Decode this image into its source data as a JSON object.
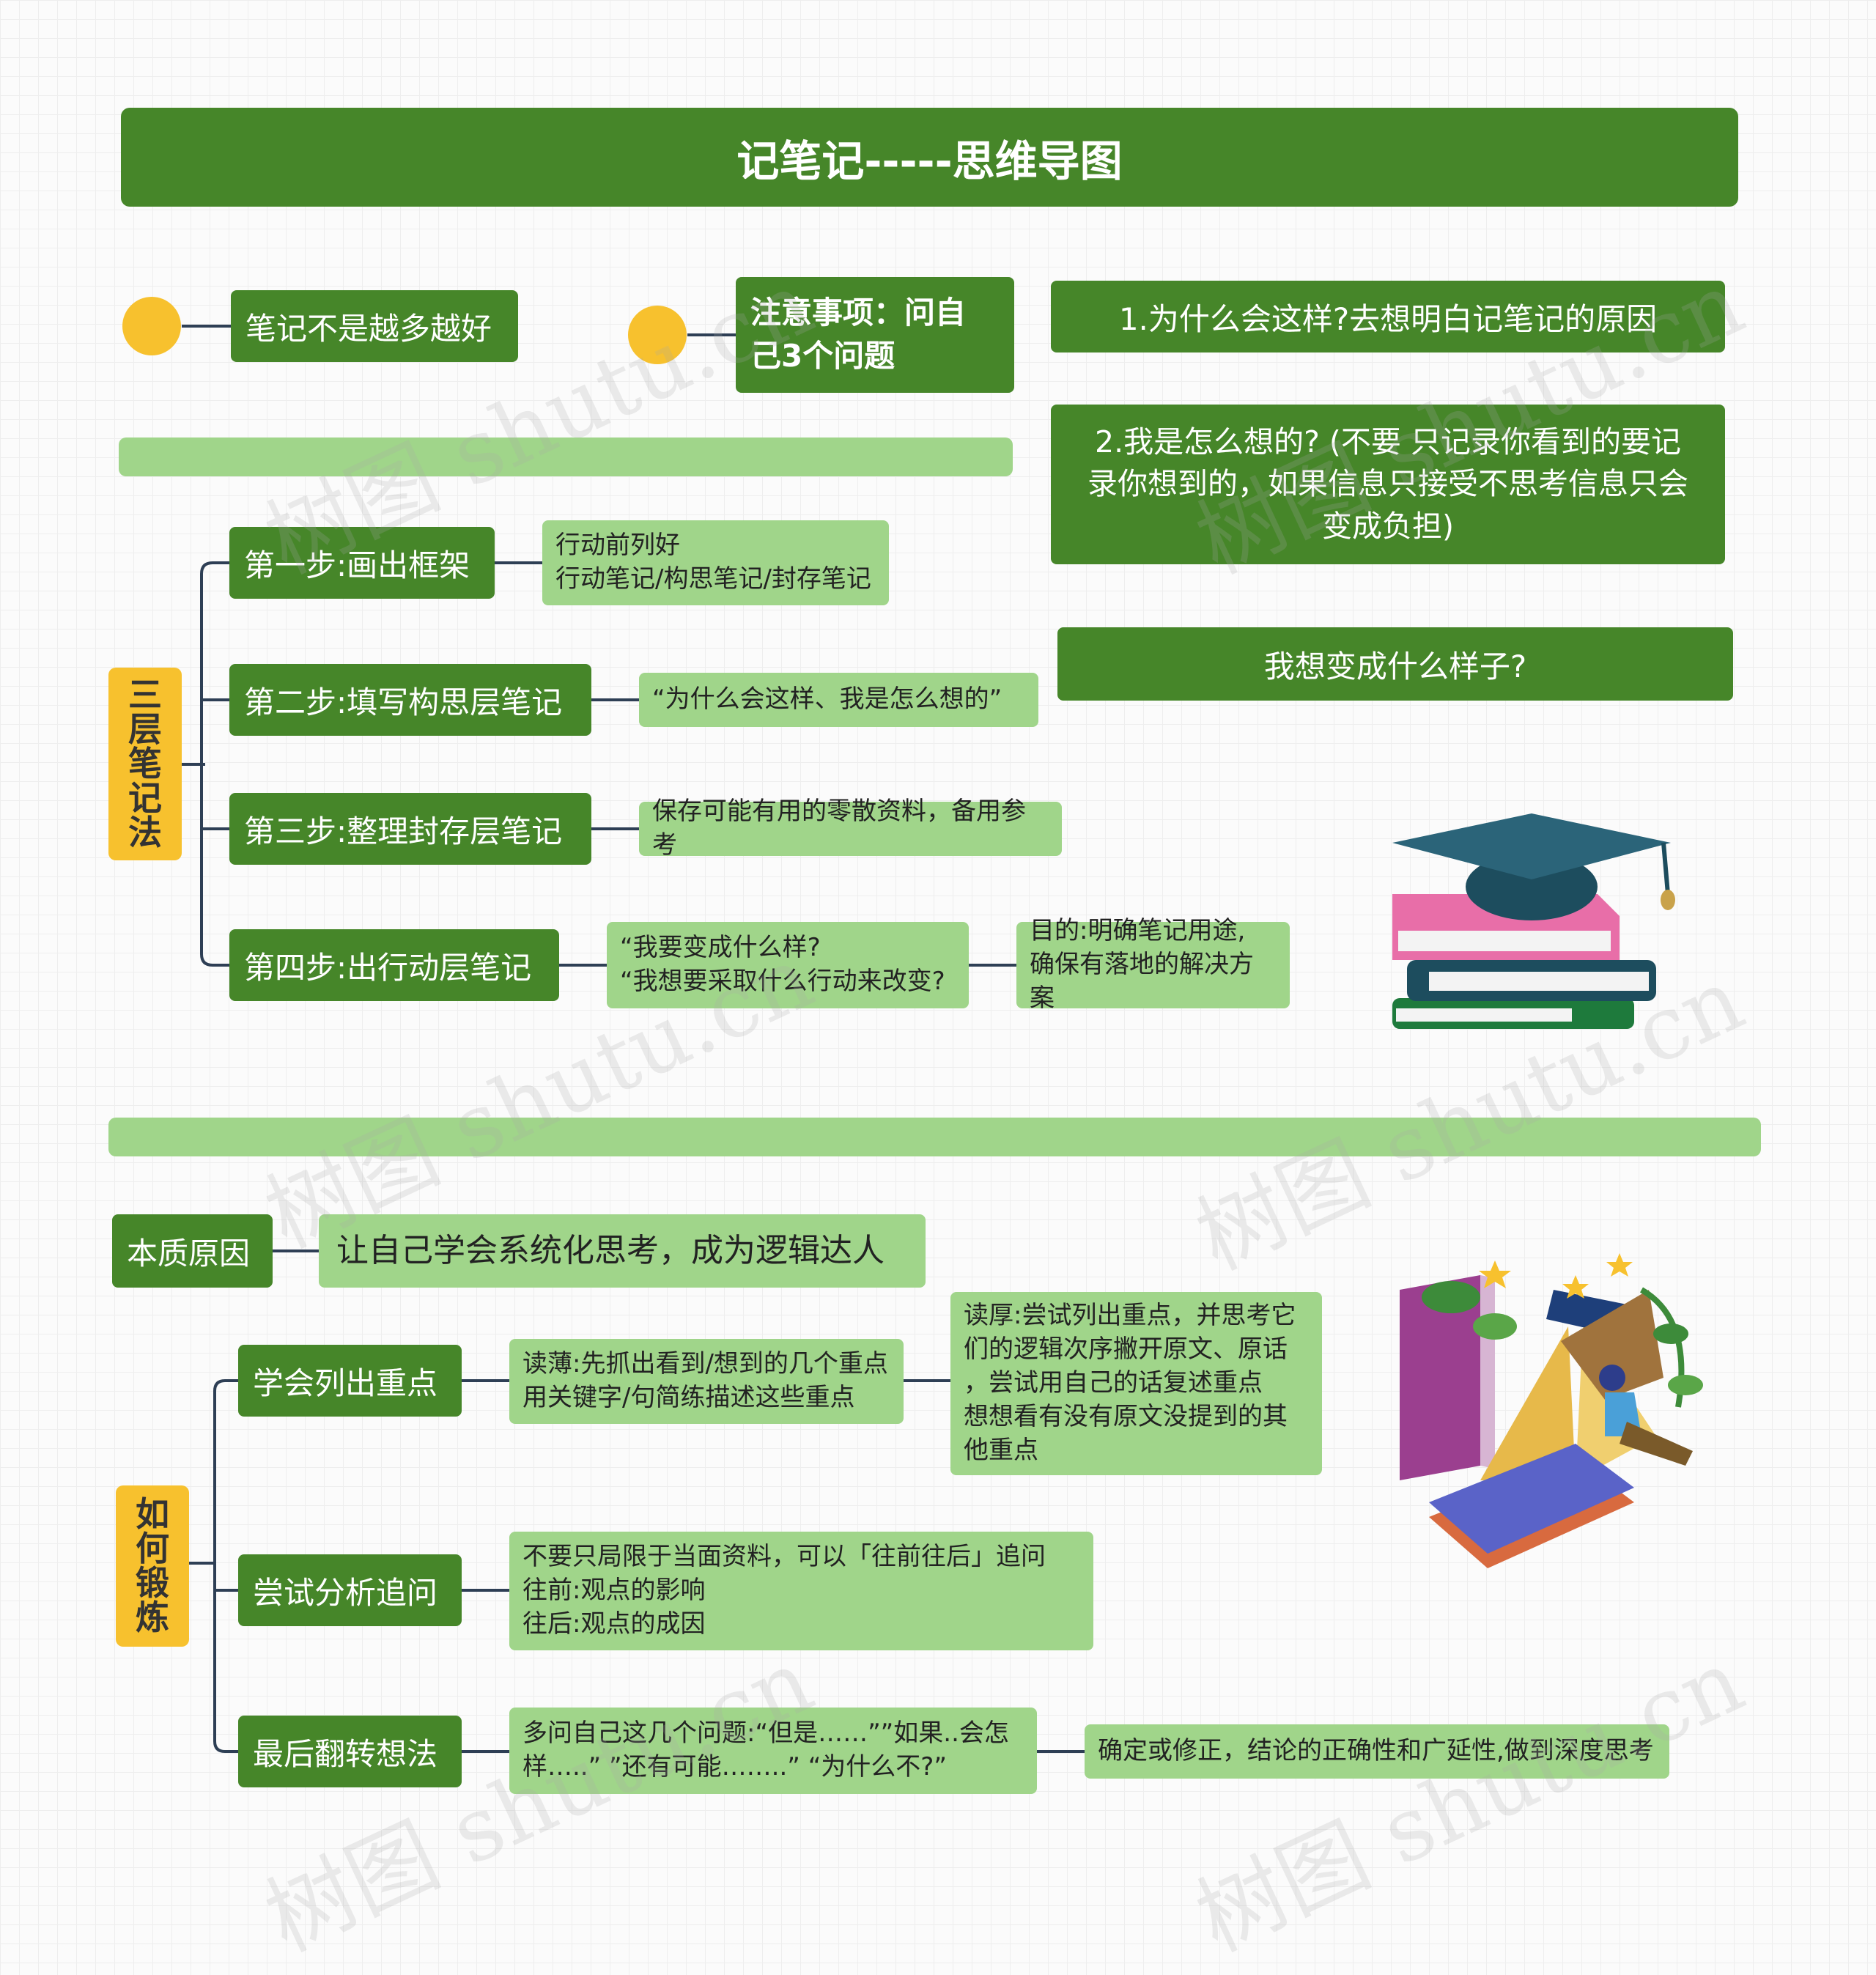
{
  "title": "记笔记-----思维导图",
  "top": {
    "left_node": "笔记不是越多越好",
    "note_node": "注意事项：问自\n己3个问题",
    "questions": [
      "1.为什么会这样?去想明白记笔记的原因",
      "2.我是怎么想的? (不要 只记录你看到的要记\n录你想到的，如果信息只接受不思考信息只会\n变成负担)",
      "我想变成什么样子?"
    ]
  },
  "section1": {
    "label": "三\n层\n笔\n记\n法",
    "steps": [
      {
        "label": "第一步:画出框架",
        "detail": "行动前列好\n行动笔记/构思笔记/封存笔记"
      },
      {
        "label": "第二步:填写构思层笔记",
        "detail": "“为什么会这样、我是怎么想的”"
      },
      {
        "label": "第三步:整理封存层笔记",
        "detail": "保存可能有用的零散资料，备用参考"
      },
      {
        "label": "第四步:出行动层笔记",
        "detail": "“我要变成什么样?\n“我想要采取什么行动来改变?",
        "extra": "目的:明确笔记用途,\n确保有落地的解决方案"
      }
    ]
  },
  "essence": {
    "label": "本质原因",
    "text": "让自己学会系统化思考，成为逻辑达人"
  },
  "section2": {
    "label": "如\n何\n锻\n炼",
    "items": [
      {
        "label": "学会列出重点",
        "detail": "读薄:先抓出看到/想到的几个重点\n用关键字/句简练描述这些重点",
        "extra": "读厚:尝试列出重点，并思考它\n们的逻辑次序撇开原文、原话\n，尝试用自己的话复述重点\n想想看有没有原文没提到的其\n他重点"
      },
      {
        "label": "尝试分析追问",
        "detail": "不要只局限于当面资料，可以「往前往后」追问\n往前:观点的影响\n往后:观点的成因"
      },
      {
        "label": "最后翻转想法",
        "detail": "多问自己这几个问题:“但是……””如果..会怎\n样…..” ”还有可能……..” “为什么不?”",
        "extra": "确定或修正，结论的正确性和广延性,做到深度思考"
      }
    ]
  },
  "watermark": "树图 shutu.cn"
}
